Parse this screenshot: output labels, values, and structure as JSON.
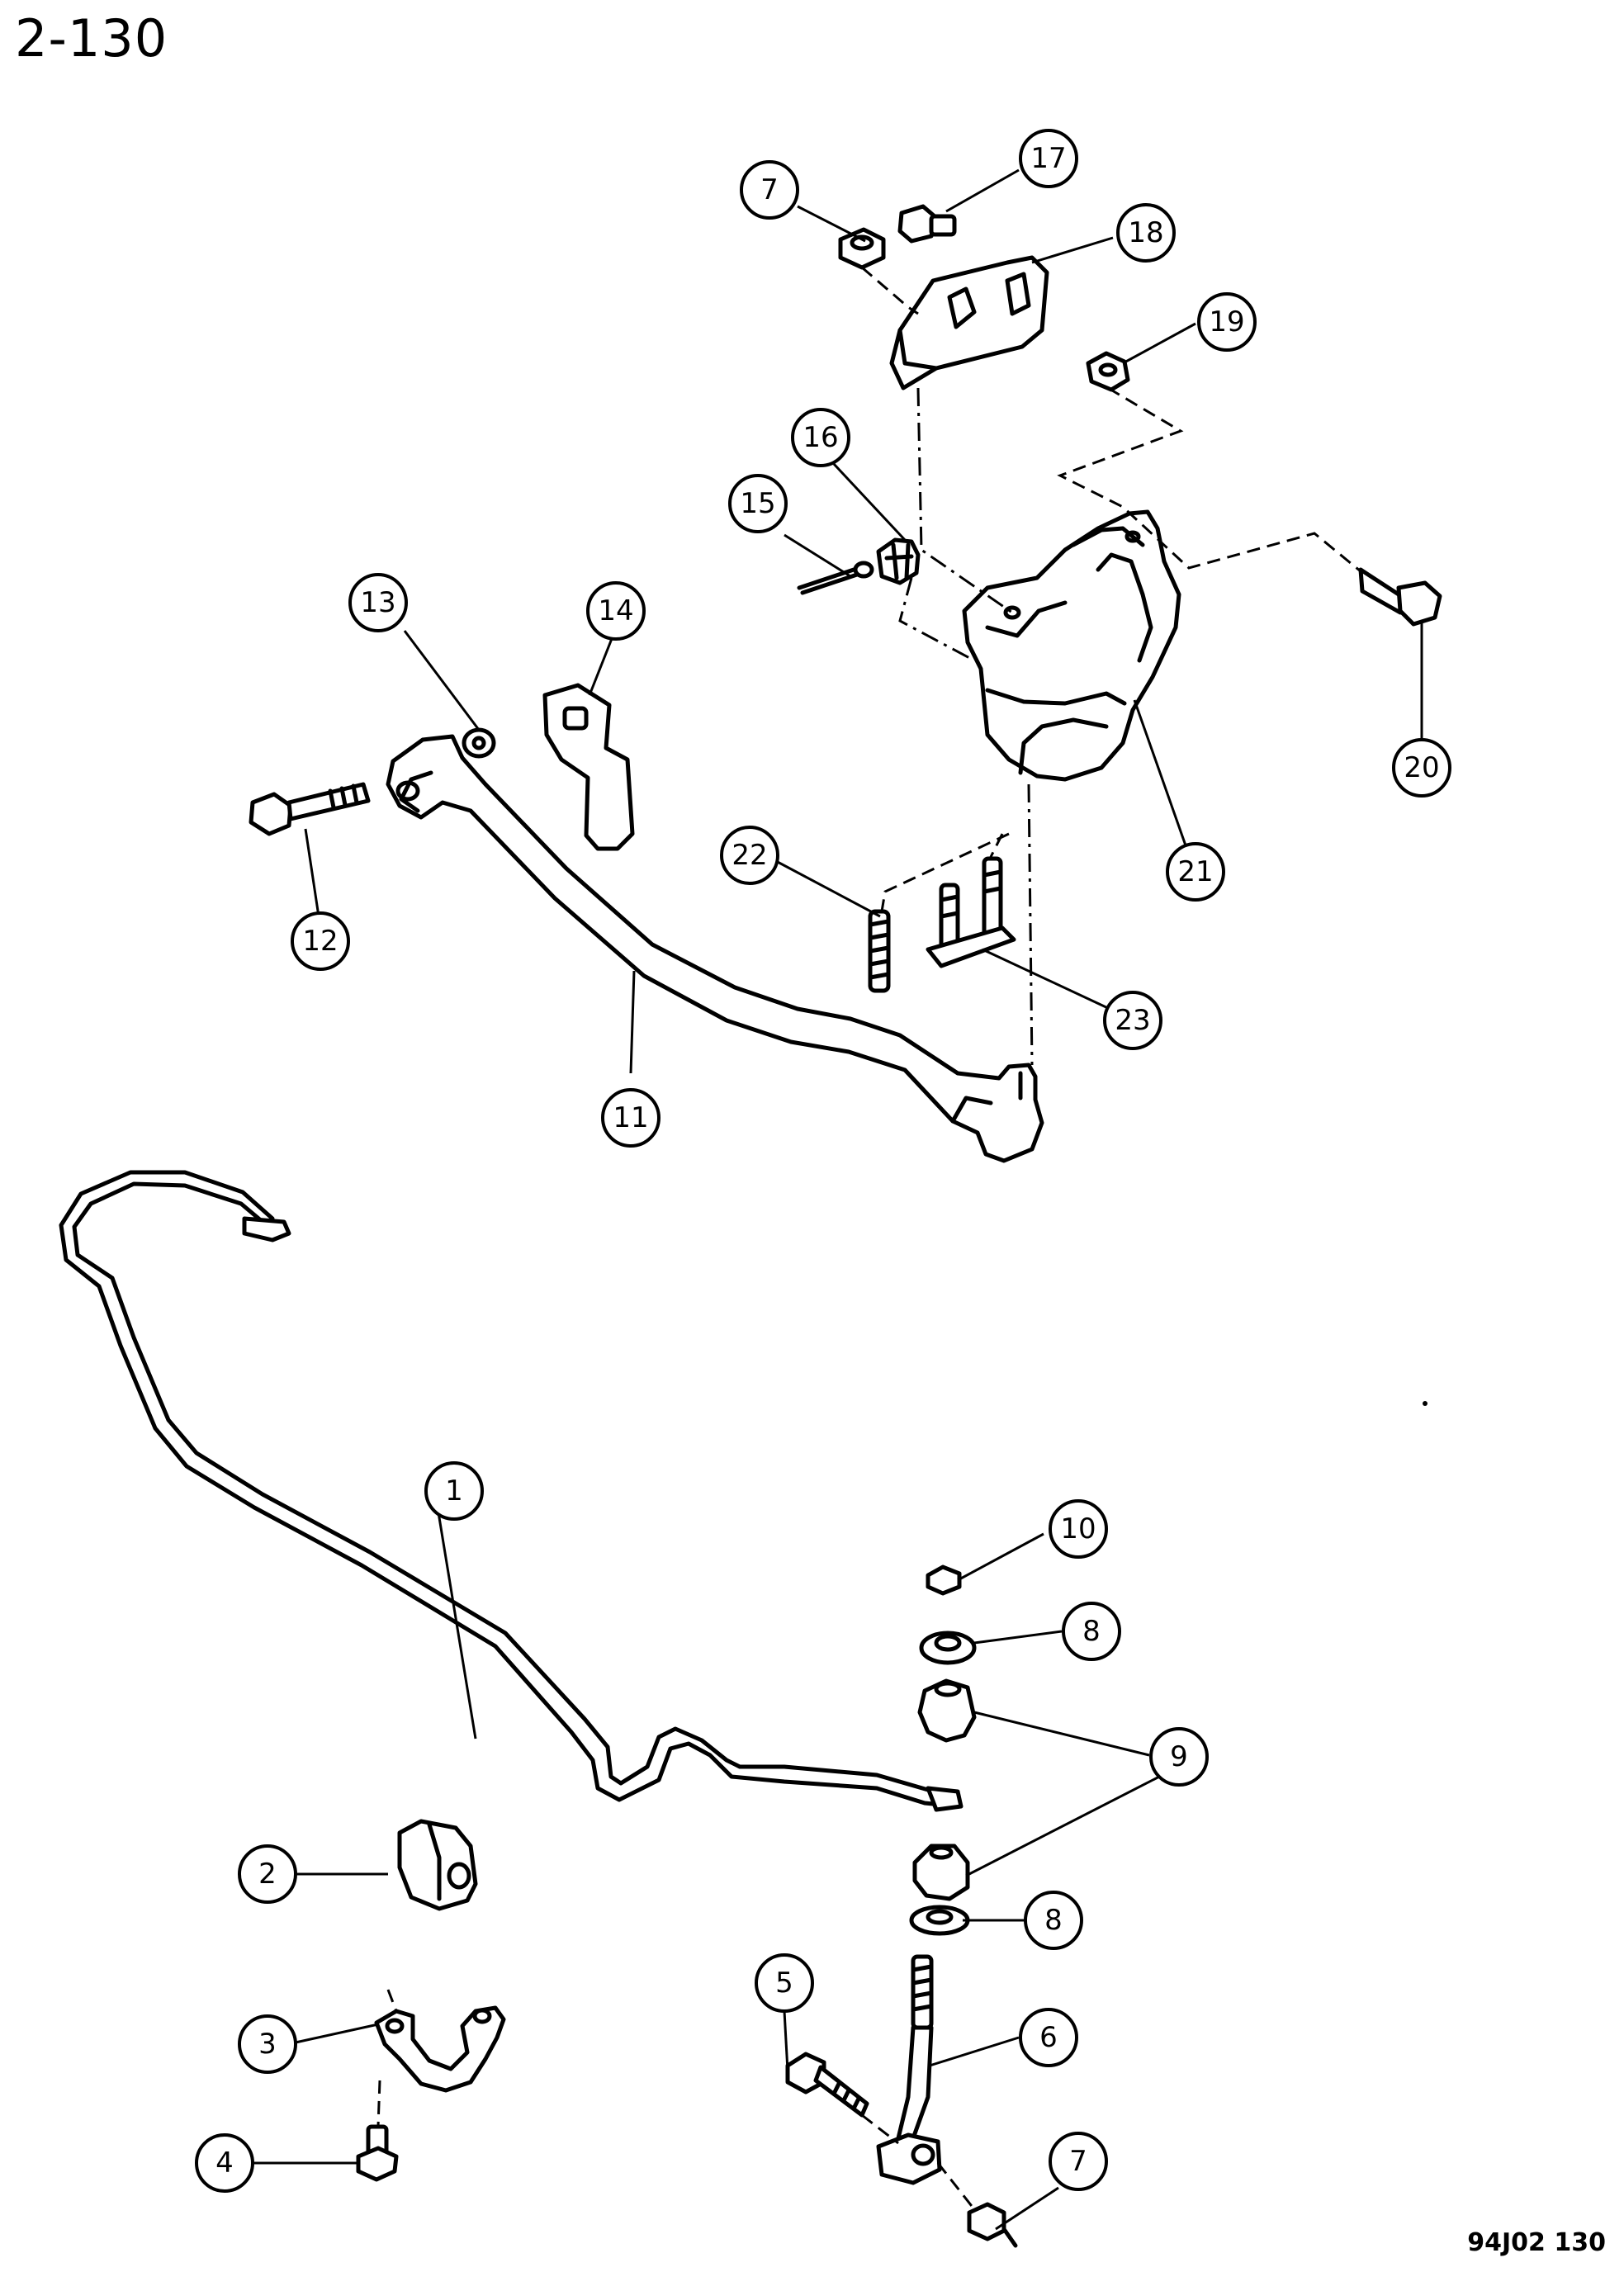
{
  "page": {
    "title": "2-130",
    "figure_code": "94J02 130"
  },
  "callouts": [
    {
      "id": "c1",
      "label": "1"
    },
    {
      "id": "c2",
      "label": "2"
    },
    {
      "id": "c3",
      "label": "3"
    },
    {
      "id": "c4",
      "label": "4"
    },
    {
      "id": "c5",
      "label": "5"
    },
    {
      "id": "c6",
      "label": "6"
    },
    {
      "id": "c7a",
      "label": "7"
    },
    {
      "id": "c7b",
      "label": "7"
    },
    {
      "id": "c8a",
      "label": "8"
    },
    {
      "id": "c8b",
      "label": "8"
    },
    {
      "id": "c9",
      "label": "9"
    },
    {
      "id": "c10",
      "label": "10"
    },
    {
      "id": "c11",
      "label": "11"
    },
    {
      "id": "c12",
      "label": "12"
    },
    {
      "id": "c13",
      "label": "13"
    },
    {
      "id": "c14",
      "label": "14"
    },
    {
      "id": "c15",
      "label": "15"
    },
    {
      "id": "c16",
      "label": "16"
    },
    {
      "id": "c17",
      "label": "17"
    },
    {
      "id": "c18",
      "label": "18"
    },
    {
      "id": "c19",
      "label": "19"
    },
    {
      "id": "c20",
      "label": "20"
    },
    {
      "id": "c21",
      "label": "21"
    },
    {
      "id": "c22",
      "label": "22"
    },
    {
      "id": "c23",
      "label": "23"
    }
  ]
}
